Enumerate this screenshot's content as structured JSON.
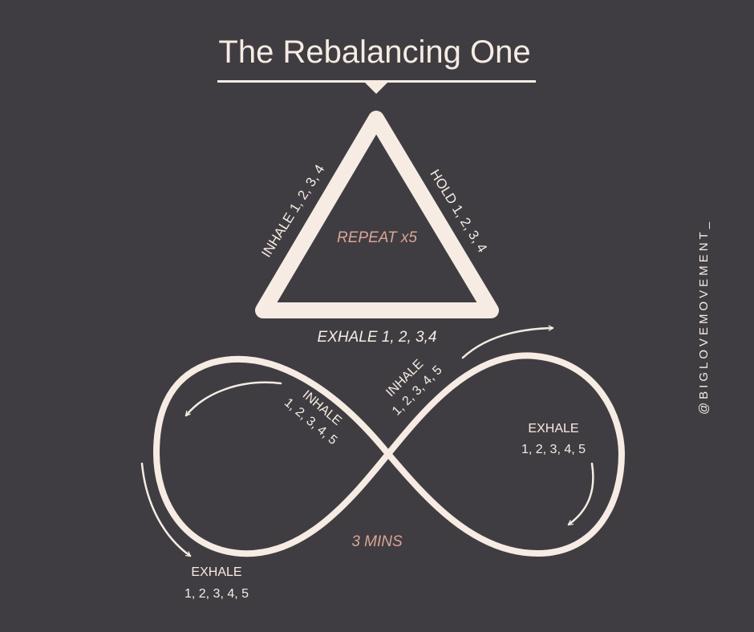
{
  "title": "The Rebalancing One",
  "colors": {
    "background": "#403d42",
    "line": "#f6ece3",
    "accent": "#d9a596"
  },
  "triangle": {
    "left_label": "INHALE 1, 2, 3, 4",
    "right_label": "HOLD 1, 2, 3, 4",
    "bottom_label": "EXHALE 1, 2, 3,4",
    "center_label": "REPEAT x5"
  },
  "infinity": {
    "left_inner": {
      "line1": "INHALE",
      "line2": "1, 2, 3, 4, 5"
    },
    "right_inner": {
      "line1": "INHALE",
      "line2": "1, 2, 3, 4, 5"
    },
    "right_outer": {
      "line1": "EXHALE",
      "line2": "1, 2, 3, 4, 5"
    },
    "bottom_left": {
      "line1": "EXHALE",
      "line2": "1, 2, 3, 4, 5"
    },
    "duration": "3 MINS"
  },
  "handle": "@BIGLOVEMOVEMENT_"
}
